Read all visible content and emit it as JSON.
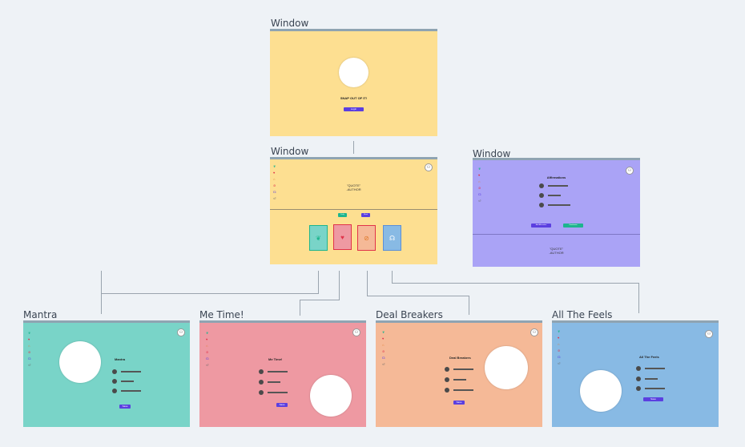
{
  "labels": {
    "top": "Window",
    "middle": "Window",
    "affirm": "Window",
    "mantra": "Mantra",
    "metime": "Me Time!",
    "deal": "Deal Breakers",
    "feels": "All The Feels"
  },
  "top_window": {
    "heading": "SNAP OUT OF IT!",
    "button": "Login"
  },
  "middle_window": {
    "quote": "\"QUOTE\"\n-AUTHOR",
    "tab_left": "Daily",
    "tab_right": "Week",
    "avatar": "⚇",
    "cards": [
      "❦",
      "♥",
      "⊘",
      "☊"
    ]
  },
  "affirm_window": {
    "heading": "Affirmations",
    "btn_left": "Add Affirmation",
    "btn_right": "Randomize",
    "quote": "\"QUOTE\"\n-AUTHOR",
    "avatar": "⚇"
  },
  "mantra_window": {
    "heading": "Mantra",
    "button": "Save",
    "avatar": "⚇"
  },
  "metime_window": {
    "heading": "Me Time!",
    "button": "Save",
    "avatar": "⚇"
  },
  "deal_window": {
    "heading": "Deal Breakers",
    "button": "Save",
    "avatar": "⚇"
  },
  "feels_window": {
    "heading": "All The Feels",
    "button": "Save",
    "avatar": "⚇"
  },
  "sidebar_icons": [
    "❦",
    "♥",
    "⌂",
    "⊘",
    "☊",
    "⏎"
  ],
  "colors": {
    "top": "#fddf91",
    "affirm": "#aaa3f6",
    "mantra": "#79d4c8",
    "metime": "#ee99a2",
    "deal": "#f5b997",
    "feels": "#88bae4",
    "accent": "#5b3fe0"
  }
}
